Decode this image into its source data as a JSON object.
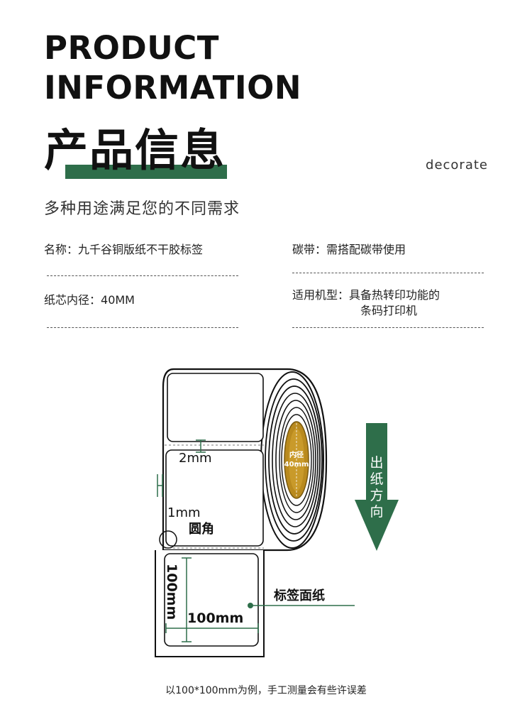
{
  "header": {
    "title_en_line1": "PRODUCT",
    "title_en_line2": "INFORMATION",
    "title_cn": "产品信息",
    "decorate": "decorate",
    "subtitle": "多种用途满足您的不同需求"
  },
  "specs": {
    "name_label": "名称：",
    "name_value": "九千谷铜版纸不干胶标签",
    "ribbon_label": "碳带：",
    "ribbon_value": "需搭配碳带使用",
    "core_label": "纸芯内径：",
    "core_value": "40MM",
    "model_label": "适用机型：",
    "model_value_line1": "具备热转印功能的",
    "model_value_line2": "条码打印机"
  },
  "diagram": {
    "core_label_line1": "内径",
    "core_label_line2": "40mm",
    "gap_label": "2mm",
    "corner_size_label": "1mm",
    "corner_label": "圆角",
    "height_label": "100mm",
    "width_label": "100mm",
    "face_label": "标签面纸",
    "direction_label": "出纸方向"
  },
  "colors": {
    "accent_green": "#2e6e4a",
    "core_gold": "#b98a1e"
  },
  "footer": {
    "note": "以100*100mm为例，手工测量会有些许误差"
  }
}
